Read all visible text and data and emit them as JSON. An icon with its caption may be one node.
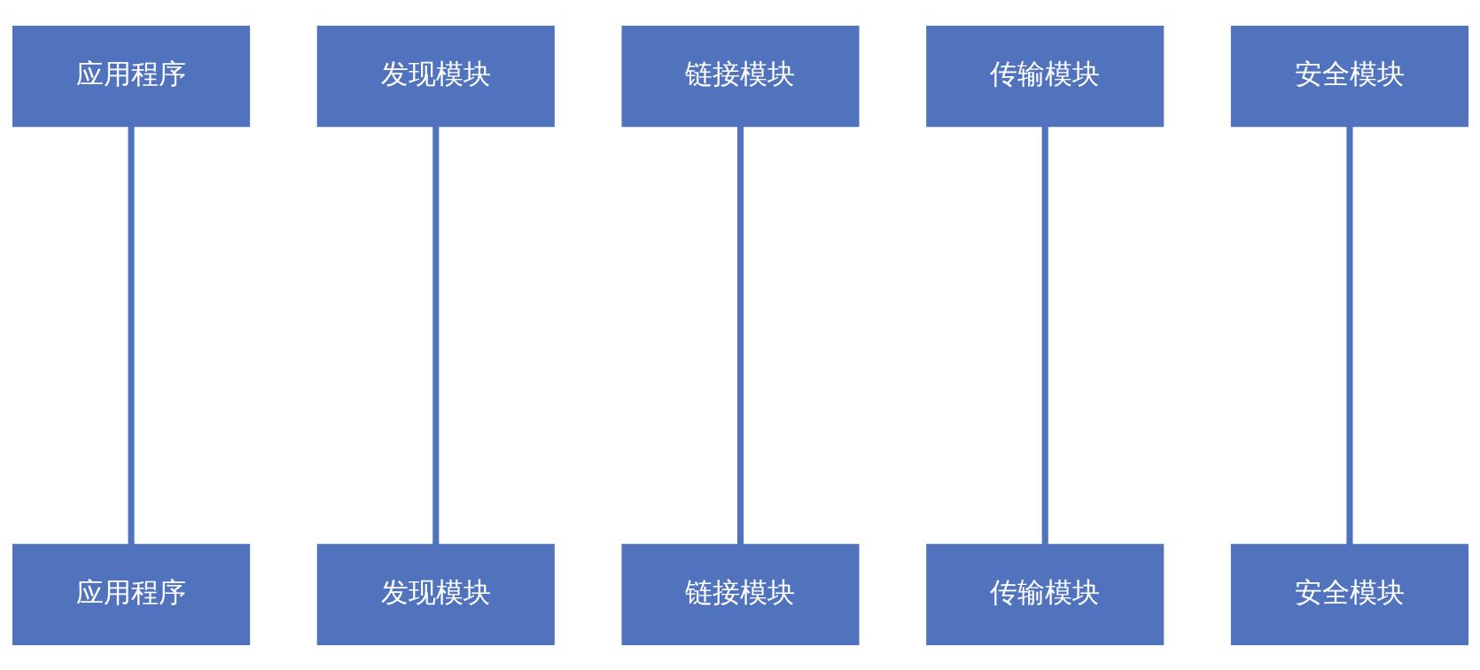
{
  "diagram": {
    "nodes": [
      {
        "text": [
          "应用程序"
        ]
      },
      {
        "text": [
          "发现模块"
        ]
      },
      {
        "text": [
          "链接模块"
        ]
      },
      {
        "text": [
          "传输模块"
        ]
      },
      {
        "text": [
          "安全模块"
        ]
      },
      {
        "text": [
          "应用程序"
        ]
      },
      {
        "text": [
          "发现模块"
        ]
      },
      {
        "text": [
          "链接模块"
        ]
      },
      {
        "text": [
          "传输模块"
        ]
      },
      {
        "text": [
          "安全模块"
        ]
      }
    ],
    "edges": [
      {
        "from": 0,
        "to": 5,
        "arrow": "none"
      },
      {
        "from": 1,
        "to": 6,
        "arrow": "none"
      },
      {
        "from": 2,
        "to": 7,
        "arrow": "none"
      },
      {
        "from": 3,
        "to": 8,
        "arrow": "none"
      },
      {
        "from": 4,
        "to": 9,
        "arrow": "none"
      }
    ]
  }
}
